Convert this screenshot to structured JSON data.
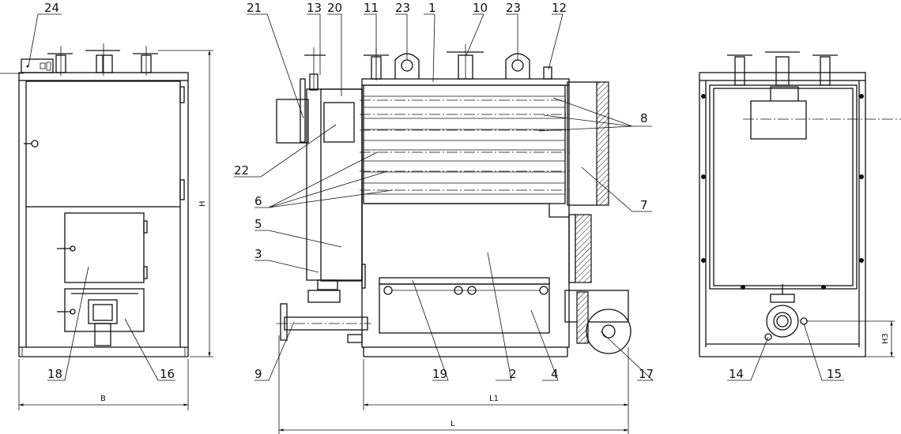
{
  "title": "Boiler general arrangement drawing",
  "callouts": {
    "c1": "1",
    "c2": "2",
    "c3": "3",
    "c4": "4",
    "c5": "5",
    "c6": "6",
    "c7": "7",
    "c8": "8",
    "c9": "9",
    "c10": "10",
    "c11": "11",
    "c12": "12",
    "c13": "13",
    "c14": "14",
    "c15": "15",
    "c16": "16",
    "c17": "17",
    "c18": "18",
    "c19": "19",
    "c20": "20",
    "c21": "21",
    "c22": "22",
    "c23a": "23",
    "c23b": "23",
    "c24": "24"
  },
  "dimensions": {
    "H": "H",
    "B": "B",
    "L1": "L1",
    "L": "L",
    "H3": "H3"
  }
}
